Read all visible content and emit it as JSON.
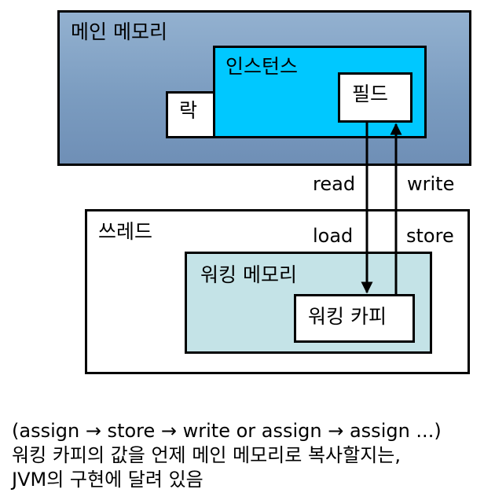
{
  "diagram": {
    "main_memory_label": "메인 메모리",
    "instance_label": "인스턴스",
    "lock_label": "락",
    "field_label": "필드",
    "thread_label": "쓰레드",
    "working_memory_label": "워킹 메모리",
    "working_copy_label": "워킹 카피",
    "arrow_labels": {
      "read": "read",
      "write": "write",
      "load": "load",
      "store": "store"
    }
  },
  "caption": {
    "line1": "(assign → store → write or assign → assign ...)",
    "line2": "워킹 카피의 값을 언제 메인 메모리로 복사할지는,",
    "line3": "JVM의 구현에 달려 있음"
  }
}
